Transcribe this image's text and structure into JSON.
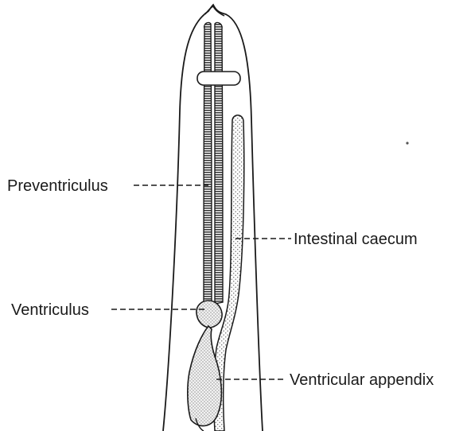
{
  "labels": {
    "preventriculus": "Preventriculus",
    "ventriculus": "Ventriculus",
    "intestinal_caecum": "Intestinal caecum",
    "ventricular_appendix": "Ventricular appendix"
  },
  "colors": {
    "ink": "#1a1a1a",
    "background": "#ffffff",
    "stipple": "#8a8a8a",
    "stripe_fill": "#555555"
  }
}
